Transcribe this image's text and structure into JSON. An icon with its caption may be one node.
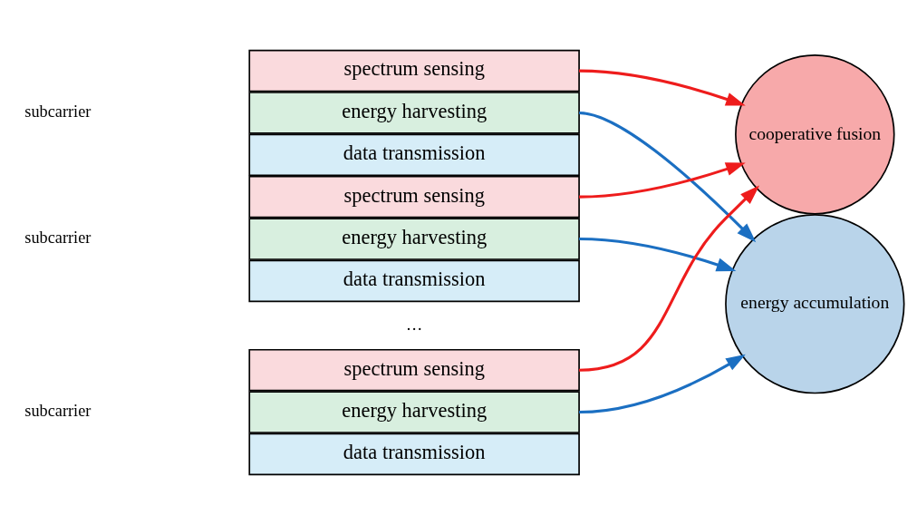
{
  "diagram": {
    "nodes": [
      {
        "text": [
          "spectrum sensing"
        ]
      },
      {
        "text": [
          "energy harvesting"
        ]
      },
      {
        "text": [
          "data transmission"
        ]
      },
      {
        "text": [
          "spectrum sensing"
        ]
      },
      {
        "text": [
          "energy harvesting"
        ]
      },
      {
        "text": [
          "data transmission"
        ]
      },
      {
        "text": [
          "spectrum sensing"
        ]
      },
      {
        "text": [
          "energy harvesting"
        ]
      },
      {
        "text": [
          "data transmission"
        ]
      },
      {
        "text": [
          "cooperative fusion"
        ]
      },
      {
        "text": [
          "energy accumulation"
        ]
      }
    ],
    "edges": [
      {
        "from": 0,
        "to": 9,
        "arrow": "to",
        "color": "#ee1c1c"
      },
      {
        "from": 1,
        "to": 10,
        "arrow": "to",
        "color": "#1b6fc2"
      },
      {
        "from": 3,
        "to": 9,
        "arrow": "to",
        "color": "#ee1c1c"
      },
      {
        "from": 4,
        "to": 10,
        "arrow": "to",
        "color": "#1b6fc2"
      },
      {
        "from": 6,
        "to": 9,
        "arrow": "to",
        "color": "#ee1c1c"
      },
      {
        "from": 7,
        "to": 10,
        "arrow": "to",
        "color": "#1b6fc2"
      }
    ],
    "labels": [
      "subcarrier",
      "subcarrier",
      "…",
      "subcarrier"
    ]
  }
}
